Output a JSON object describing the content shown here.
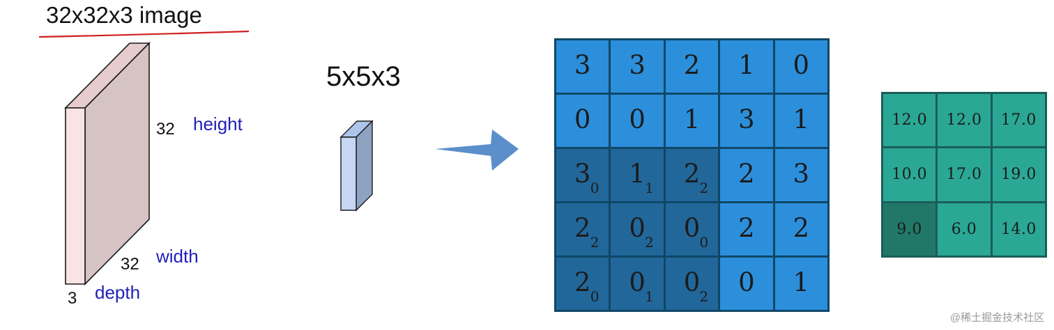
{
  "input_volume": {
    "title": "32x32x3 image",
    "height_value": "32",
    "height_label": "height",
    "width_value": "32",
    "width_label": "width",
    "depth_value": "3",
    "depth_label": "depth"
  },
  "kernel": {
    "title": "5x5x3"
  },
  "input_grid": {
    "rows": [
      [
        {
          "v": "3",
          "s": "",
          "hl": false
        },
        {
          "v": "3",
          "s": "",
          "hl": false
        },
        {
          "v": "2",
          "s": "",
          "hl": false
        },
        {
          "v": "1",
          "s": "",
          "hl": false
        },
        {
          "v": "0",
          "s": "",
          "hl": false
        }
      ],
      [
        {
          "v": "0",
          "s": "",
          "hl": false
        },
        {
          "v": "0",
          "s": "",
          "hl": false
        },
        {
          "v": "1",
          "s": "",
          "hl": false
        },
        {
          "v": "3",
          "s": "",
          "hl": false
        },
        {
          "v": "1",
          "s": "",
          "hl": false
        }
      ],
      [
        {
          "v": "3",
          "s": "0",
          "hl": true
        },
        {
          "v": "1",
          "s": "1",
          "hl": true
        },
        {
          "v": "2",
          "s": "2",
          "hl": true
        },
        {
          "v": "2",
          "s": "",
          "hl": false
        },
        {
          "v": "3",
          "s": "",
          "hl": false
        }
      ],
      [
        {
          "v": "2",
          "s": "2",
          "hl": true
        },
        {
          "v": "0",
          "s": "2",
          "hl": true
        },
        {
          "v": "0",
          "s": "0",
          "hl": true
        },
        {
          "v": "2",
          "s": "",
          "hl": false
        },
        {
          "v": "2",
          "s": "",
          "hl": false
        }
      ],
      [
        {
          "v": "2",
          "s": "0",
          "hl": true
        },
        {
          "v": "0",
          "s": "1",
          "hl": true
        },
        {
          "v": "0",
          "s": "2",
          "hl": true
        },
        {
          "v": "0",
          "s": "",
          "hl": false
        },
        {
          "v": "1",
          "s": "",
          "hl": false
        }
      ]
    ]
  },
  "output_grid": {
    "rows": [
      [
        {
          "v": "12.0",
          "hl": false
        },
        {
          "v": "12.0",
          "hl": false
        },
        {
          "v": "17.0",
          "hl": false
        }
      ],
      [
        {
          "v": "10.0",
          "hl": false
        },
        {
          "v": "17.0",
          "hl": false
        },
        {
          "v": "19.0",
          "hl": false
        }
      ],
      [
        {
          "v": "9.0",
          "hl": true
        },
        {
          "v": "6.0",
          "hl": false
        },
        {
          "v": "14.0",
          "hl": false
        }
      ]
    ]
  },
  "colors": {
    "input_cell": "#2c8fdb",
    "input_cell_highlight": "#22679a",
    "output_cell": "#2aa895",
    "output_cell_highlight": "#227868",
    "underline": "#d11f1f",
    "arrow": "#5b8fcb"
  },
  "watermark": "@稀土掘金技术社区"
}
